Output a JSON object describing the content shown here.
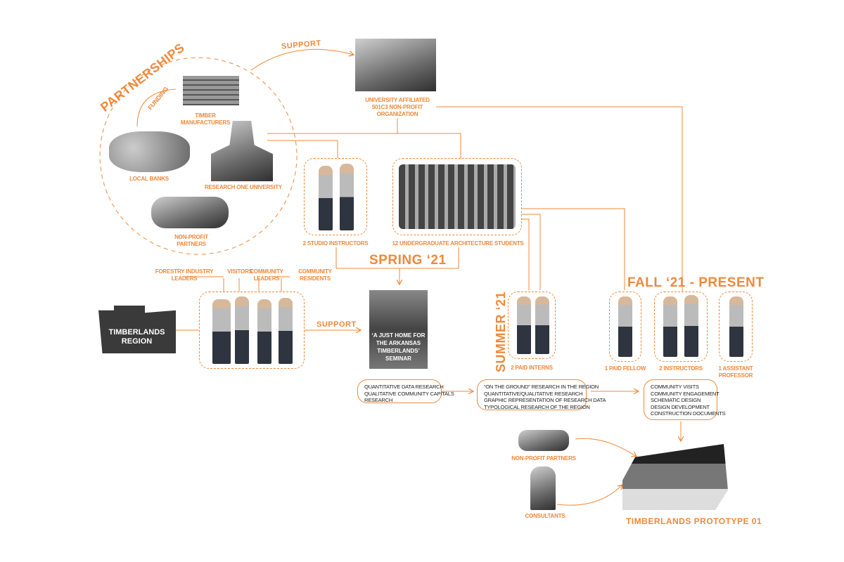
{
  "accent": "#f0883a",
  "partnerships": {
    "title": "PARTNERSHIPS",
    "funding": "FUNDING",
    "timber": [
      "TIMBER",
      "MANUFACTURERS"
    ],
    "banks": "LOCAL   BANKS",
    "university": "RESEARCH ONE  UNIVERSITY",
    "nonprofit": [
      "NON-PROFIT",
      "PARTNERS"
    ]
  },
  "support_top": "SUPPORT",
  "org": [
    "UNIVERSITY AFFILIATED",
    "501C3 NON-PROFIT",
    "ORGANIZATION"
  ],
  "studio_instructors": "2 STUDIO INSTRUCTORS",
  "students": "12 UNDERGRADUATE ARCHITECTURE STUDENTS",
  "spring": "SPRING ‘21",
  "community_labels": {
    "forestry": [
      "FORESTRY INDUSTRY",
      "LEADERS"
    ],
    "visitors": "VISITORS",
    "leaders": [
      "COMMUNITY",
      "LEADERS"
    ],
    "residents": [
      "COMMUNITY",
      "RESIDENTS"
    ]
  },
  "region": [
    "TIMBERLANDS",
    "REGION"
  ],
  "support_mid": "SUPPORT",
  "seminar": [
    "‘A JUST HOME FOR",
    "THE ARKANSAS",
    "TIMBERLANDS’",
    "SEMINAR"
  ],
  "box1": [
    "QUANTITATIVE DATA RESEARCH",
    "QUALITATIVE COMMUNITY CAPITALS",
    "RESEARCH"
  ],
  "summer": "SUMMER ‘21",
  "interns": "2  PAID  INTERNS",
  "box2": [
    "“ON THE GROUND” RESEARCH IN THE REGION",
    "QUANTITATIVE/QUALITATIVE RESEARCH",
    "GRAPHIC REPRESENTATION OF RESEARCH DATA",
    "TYPOLOGICAL RESEARCH OF THE REGION"
  ],
  "fall": "FALL ‘21 - PRESENT",
  "fellow": "1  PAID  FELLOW",
  "instructors": "2 INSTRUCTORS",
  "asst": [
    "1 ASSISTANT",
    "PROFESSOR"
  ],
  "box3": [
    "COMMUNITY VISITS",
    "COMMUNITY ENGAGEMENT",
    "SCHEMATIC DESIGN",
    "DESIGN DEVELOPMENT",
    "CONSTRUCTION DOCUMENTS"
  ],
  "bottom": {
    "nonprofit": "NON-PROFIT PARTNERS",
    "consultants": "CONSULTANTS",
    "prototype": "TIMBERLANDS PROTOTYPE 01"
  }
}
